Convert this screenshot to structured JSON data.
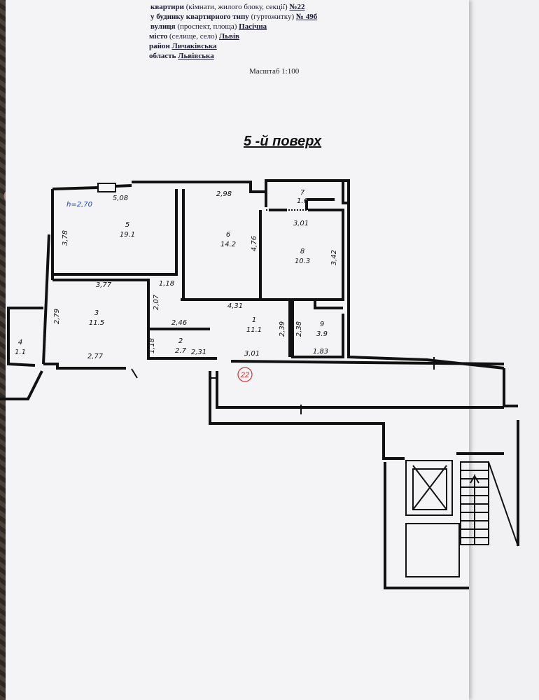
{
  "header": {
    "line1_prefix": "квартири",
    "line1_mid": " (кімнати, жилого блоку, секції) ",
    "line1_value": "№22",
    "line2_prefix": "у будинку квартирного типу",
    "line2_mid": " (гуртожитку) ",
    "line2_value": "№ 49б",
    "line3_prefix": "вулиця",
    "line3_mid": " (проспект, площа) ",
    "line3_value": "Пасічна",
    "line4_prefix": "місто",
    "line4_mid": " (селище, село) ",
    "line4_value": "Львів",
    "line5_prefix": "район",
    "line5_value": "Личаківська",
    "line6_prefix": "область",
    "line6_value": "Львівська"
  },
  "scale": "Масштаб 1:100",
  "floor_title": "5 -й поверх",
  "plan": {
    "ceiling_height": "h=2,70",
    "marker": "22",
    "rooms": [
      {
        "id": "r5",
        "number": "5",
        "area": "19.1"
      },
      {
        "id": "r6",
        "number": "6",
        "area": "14.2"
      },
      {
        "id": "r7",
        "number": "7",
        "area": "1.6"
      },
      {
        "id": "r8",
        "number": "8",
        "area": "10.3"
      },
      {
        "id": "r3",
        "number": "3",
        "area": "11.5"
      },
      {
        "id": "r1",
        "number": "1",
        "area": "11.1"
      },
      {
        "id": "r9",
        "number": "9",
        "area": "3.9"
      },
      {
        "id": "r2",
        "number": "2",
        "area": "2.7"
      },
      {
        "id": "r4",
        "number": "4",
        "area": "1.1"
      }
    ],
    "dimensions": [
      "5,08",
      "2,98",
      "3,78",
      "4,76",
      "3,01",
      "3,42",
      "3,77",
      "1,18",
      "2,07",
      "4,31",
      "2,79",
      "2,46",
      "2,39",
      "2,38",
      "1,18",
      "2,31",
      "3,01",
      "1,83",
      "2,77"
    ]
  }
}
